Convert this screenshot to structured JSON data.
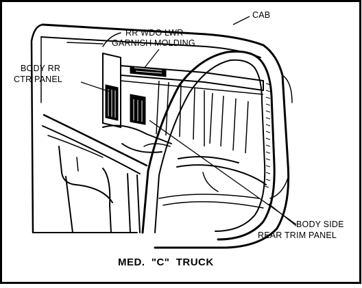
{
  "labels": {
    "cab": "CAB",
    "rr_wdo_line1": "RR WDO LWR",
    "rr_wdo_line2": "GARNISH MOLDING",
    "body_rr_line1": "BODY RR",
    "body_rr_line2": "CTR PANEL",
    "body_side_line1": "BODY SIDE",
    "body_side_line2": "REAR TRIM PANEL"
  },
  "caption": "MED.  \"C\"  TRUCK",
  "colors": {
    "ink": "#000000",
    "paper": "#ffffff"
  }
}
